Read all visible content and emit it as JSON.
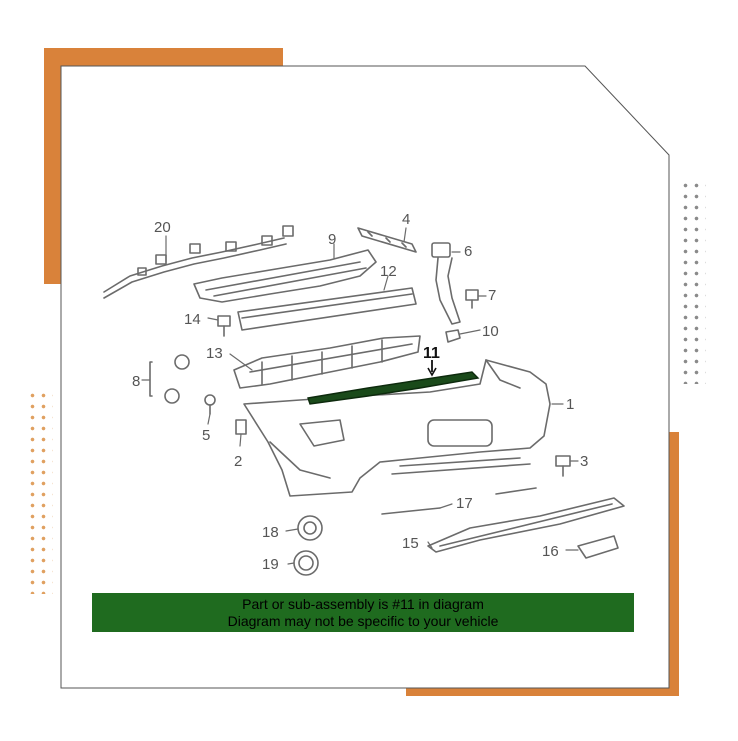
{
  "diagram": {
    "callouts": [
      "1",
      "2",
      "3",
      "4",
      "5",
      "6",
      "7",
      "8",
      "9",
      "10",
      "11",
      "12",
      "13",
      "14",
      "15",
      "16",
      "17",
      "18",
      "19",
      "20"
    ],
    "highlighted_part": "11",
    "colors": {
      "accent": "#d9823a",
      "banner_bg": "#1f6b1f",
      "line": "#6b6b6b",
      "highlight_part": "#1a4a1a"
    }
  },
  "banner": {
    "line1": "Part or sub-assembly is #11 in diagram",
    "line2": "Diagram may not be specific to your vehicle"
  }
}
